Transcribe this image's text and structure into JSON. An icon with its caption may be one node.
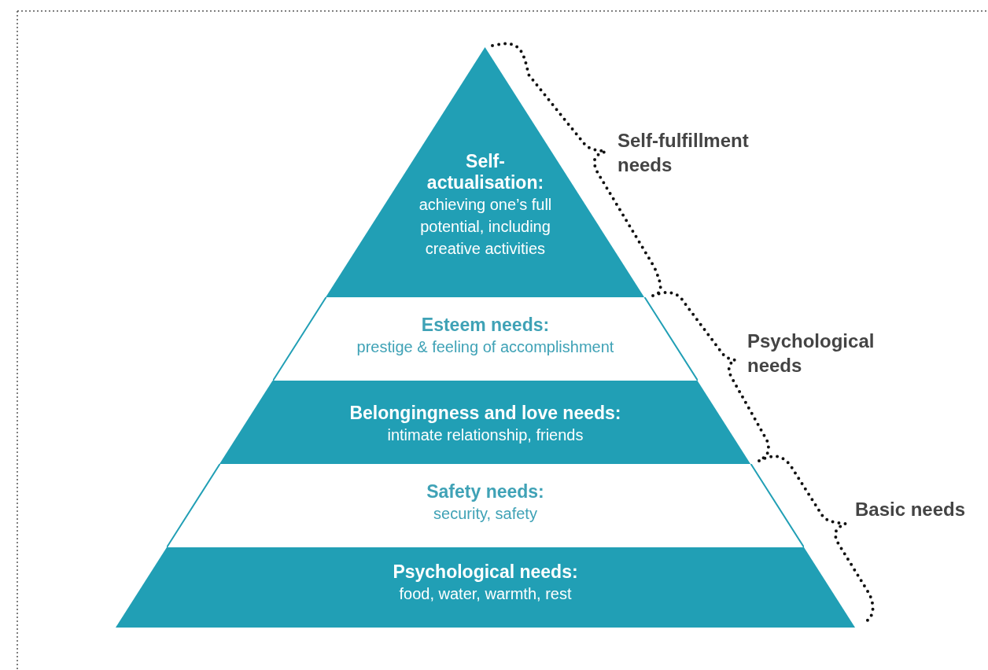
{
  "diagram": {
    "nodes": [
      {
        "text": [
          "Self-actualisation:",
          "achieving one’s full potential, including creative activities"
        ]
      },
      {
        "text": [
          "Esteem needs:",
          "prestige & feeling of accomplishment"
        ]
      },
      {
        "text": [
          "Belongingness and love needs:",
          "intimate relationship, friends"
        ]
      },
      {
        "text": [
          "Safety needs:",
          "security, safety"
        ]
      },
      {
        "text": [
          "Psychological needs:",
          "food, water, warmth, rest"
        ]
      }
    ],
    "labels": [
      "Self-fulfillment needs",
      "Psychological needs",
      "Basic needs"
    ]
  }
}
